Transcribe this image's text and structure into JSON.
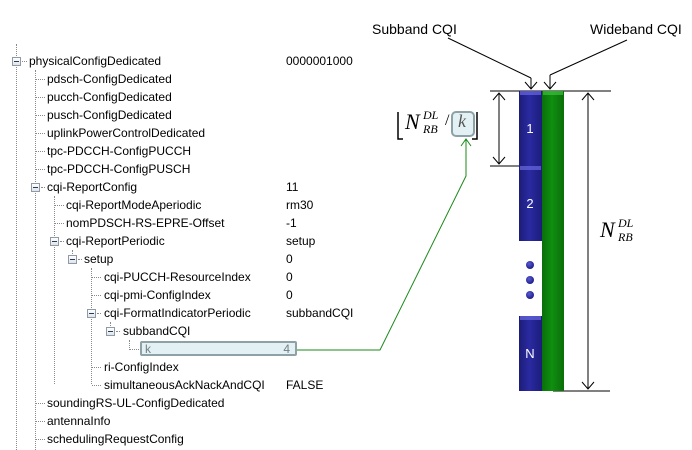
{
  "tree": {
    "rows": [
      {
        "label": "physicalConfigDedicated",
        "value": "0000001000"
      },
      {
        "label": "pdsch-ConfigDedicated",
        "value": ""
      },
      {
        "label": "pucch-ConfigDedicated",
        "value": ""
      },
      {
        "label": "pusch-ConfigDedicated",
        "value": ""
      },
      {
        "label": "uplinkPowerControlDedicated",
        "value": ""
      },
      {
        "label": "tpc-PDCCH-ConfigPUCCH",
        "value": ""
      },
      {
        "label": "tpc-PDCCH-ConfigPUSCH",
        "value": ""
      },
      {
        "label": "cqi-ReportConfig",
        "value": "11"
      },
      {
        "label": "cqi-ReportModeAperiodic",
        "value": "rm30"
      },
      {
        "label": "nomPDSCH-RS-EPRE-Offset",
        "value": "-1"
      },
      {
        "label": "cqi-ReportPeriodic",
        "value": "setup"
      },
      {
        "label": "setup",
        "value": "0"
      },
      {
        "label": "cqi-PUCCH-ResourceIndex",
        "value": "0"
      },
      {
        "label": "cqi-pmi-ConfigIndex",
        "value": "0"
      },
      {
        "label": "cqi-FormatIndicatorPeriodic",
        "value": "subbandCQI"
      },
      {
        "label": "subbandCQI",
        "value": ""
      },
      {
        "label": "k",
        "value": "4"
      },
      {
        "label": "ri-ConfigIndex",
        "value": ""
      },
      {
        "label": "simultaneousAckNackAndCQI",
        "value": "FALSE"
      },
      {
        "label": "soundingRS-UL-ConfigDedicated",
        "value": ""
      },
      {
        "label": "antennaInfo",
        "value": ""
      },
      {
        "label": "schedulingRequestConfig",
        "value": ""
      }
    ]
  },
  "diagram": {
    "subband_label": "Subband CQI",
    "wideband_label": "Wideband CQI",
    "formula_subband_size": {
      "base": "N",
      "sup": "DL",
      "sub": "RB",
      "divisor": "k"
    },
    "formula_total": {
      "base": "N",
      "sup": "DL",
      "sub": "RB"
    },
    "subbands": [
      "1",
      "2",
      "N"
    ],
    "colors": {
      "subband": "#27279a",
      "wideband": "#0d8a0d",
      "connector": "#1a8a1a"
    }
  }
}
